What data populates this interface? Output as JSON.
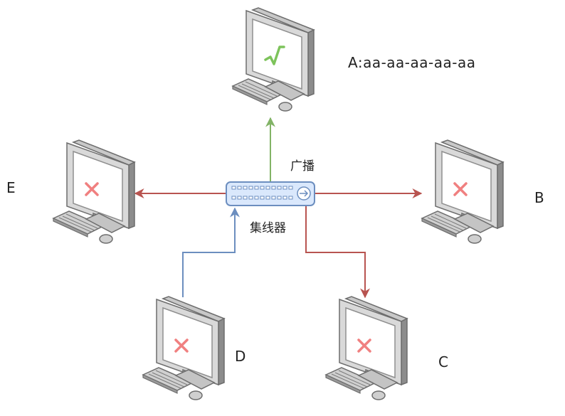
{
  "labels": {
    "mac_a": "A:aa-aa-aa-aa-aa",
    "node_b": "B",
    "node_c": "C",
    "node_d": "D",
    "node_e": "E",
    "broadcast": "广播",
    "hub": "集线器"
  },
  "nodes": [
    {
      "id": "A",
      "status": "accept",
      "mark": "check"
    },
    {
      "id": "B",
      "status": "reject",
      "mark": "cross"
    },
    {
      "id": "C",
      "status": "reject",
      "mark": "cross"
    },
    {
      "id": "D",
      "status": "reject",
      "mark": "cross"
    },
    {
      "id": "E",
      "status": "reject",
      "mark": "cross"
    }
  ],
  "edges": [
    {
      "from": "hub",
      "to": "A",
      "color": "green"
    },
    {
      "from": "hub",
      "to": "B",
      "color": "red"
    },
    {
      "from": "hub",
      "to": "C",
      "color": "red"
    },
    {
      "from": "D",
      "to": "hub",
      "color": "blue"
    },
    {
      "from": "hub",
      "to": "E",
      "color": "red"
    }
  ],
  "colors": {
    "accept_arrow": "#82b366",
    "reject_arrow": "#b85450",
    "source_arrow": "#6c8ebf",
    "check_mark": "#7dc35b",
    "cross_mark": "#f08080",
    "hub_fill": "#dae8fc",
    "hub_stroke": "#6c8ebf"
  }
}
